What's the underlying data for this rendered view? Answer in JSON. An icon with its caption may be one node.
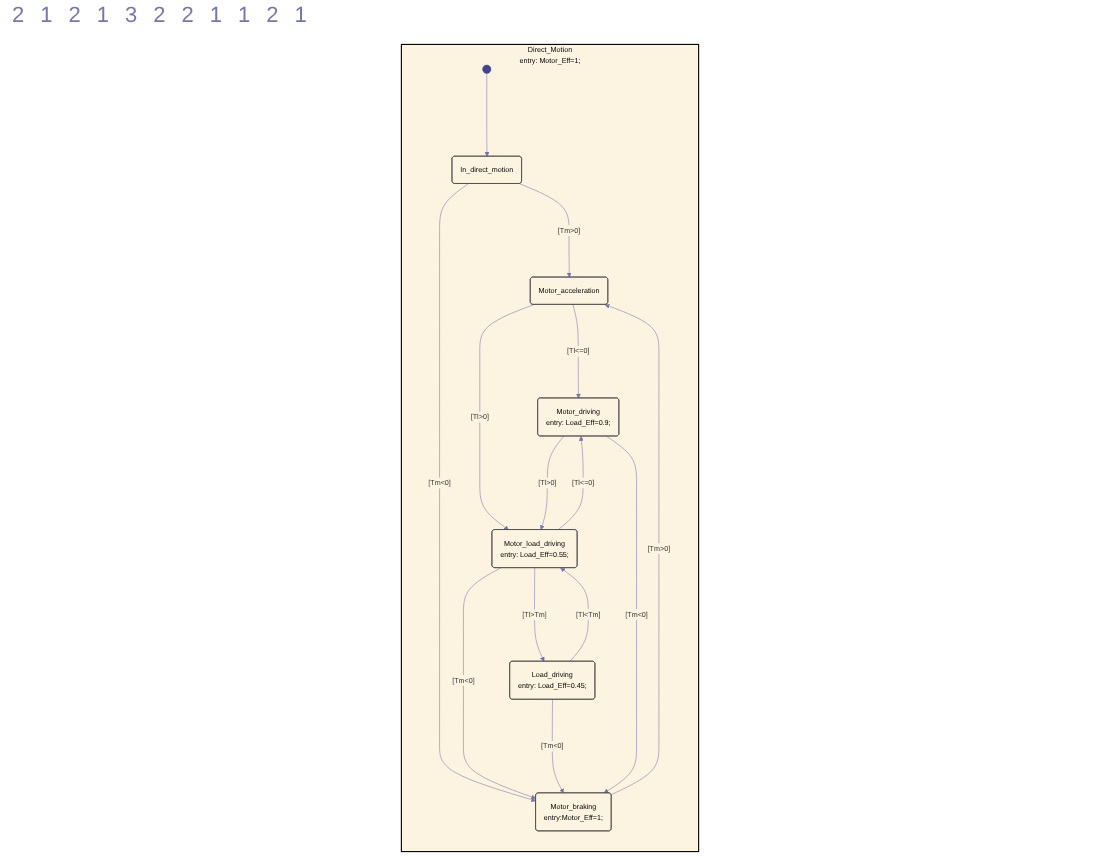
{
  "diagram": {
    "nodes": [
      {
        "text": [
          "Direct_Motion",
          "entry: Motor_Eff=1;"
        ]
      },
      {
        "text": [],
        "shape": "circle",
        "in": 0
      },
      {
        "text": [
          "In_direct_motion"
        ],
        "in": 0
      },
      {
        "text": [
          "Motor_acceleration"
        ],
        "in": 0
      },
      {
        "text": [
          "Motor_braking",
          "entry:Motor_Eff=1;"
        ],
        "in": 0
      },
      {
        "text": [
          "Motor_driving",
          "entry: Load_Eff=0.9;"
        ],
        "in": 0
      },
      {
        "text": [
          "Motor_load_driving",
          "entry:  Load_Eff=0.55;"
        ],
        "in": 0
      },
      {
        "text": [
          "Load_driving",
          "entry: Load_Eff=0.45;"
        ],
        "in": 0
      }
    ],
    "edges": [
      {
        "from": 1,
        "to": 2,
        "arrow": "to"
      },
      {
        "from": 2,
        "to": 3,
        "arrow": "to",
        "label": "[Tm>0]"
      },
      {
        "from": 2,
        "to": 4,
        "arrow": "to",
        "label": "[Tm<0]"
      },
      {
        "from": 4,
        "to": 3,
        "arrow": "to",
        "label": "[Tm>0]"
      },
      {
        "from": 3,
        "to": 5,
        "arrow": "to",
        "label": "[Tl<=0]"
      },
      {
        "from": 3,
        "to": 6,
        "arrow": "to",
        "label": "[Tl>0]"
      },
      {
        "from": 6,
        "to": 5,
        "arrow": "to",
        "label": "[Tl<=0]"
      },
      {
        "from": 5,
        "to": 6,
        "arrow": "to",
        "label": "[Tl>0]"
      },
      {
        "from": 6,
        "to": 4,
        "arrow": "to",
        "label": "[Tm<0]"
      },
      {
        "from": 6,
        "to": 7,
        "arrow": "to",
        "label": "[Tl>Tm]"
      },
      {
        "from": 7,
        "to": 6,
        "arrow": "to",
        "label": "[Tl<Tm]"
      },
      {
        "from": 7,
        "to": 4,
        "arrow": "to",
        "label": "[Tm<0]"
      },
      {
        "from": 5,
        "to": 4,
        "arrow": "to",
        "label": "[Tm<0]"
      }
    ],
    "labels": [
      "2",
      "1",
      "2",
      "1",
      "3",
      "2",
      "2",
      "1",
      "1",
      "2",
      "1"
    ]
  }
}
